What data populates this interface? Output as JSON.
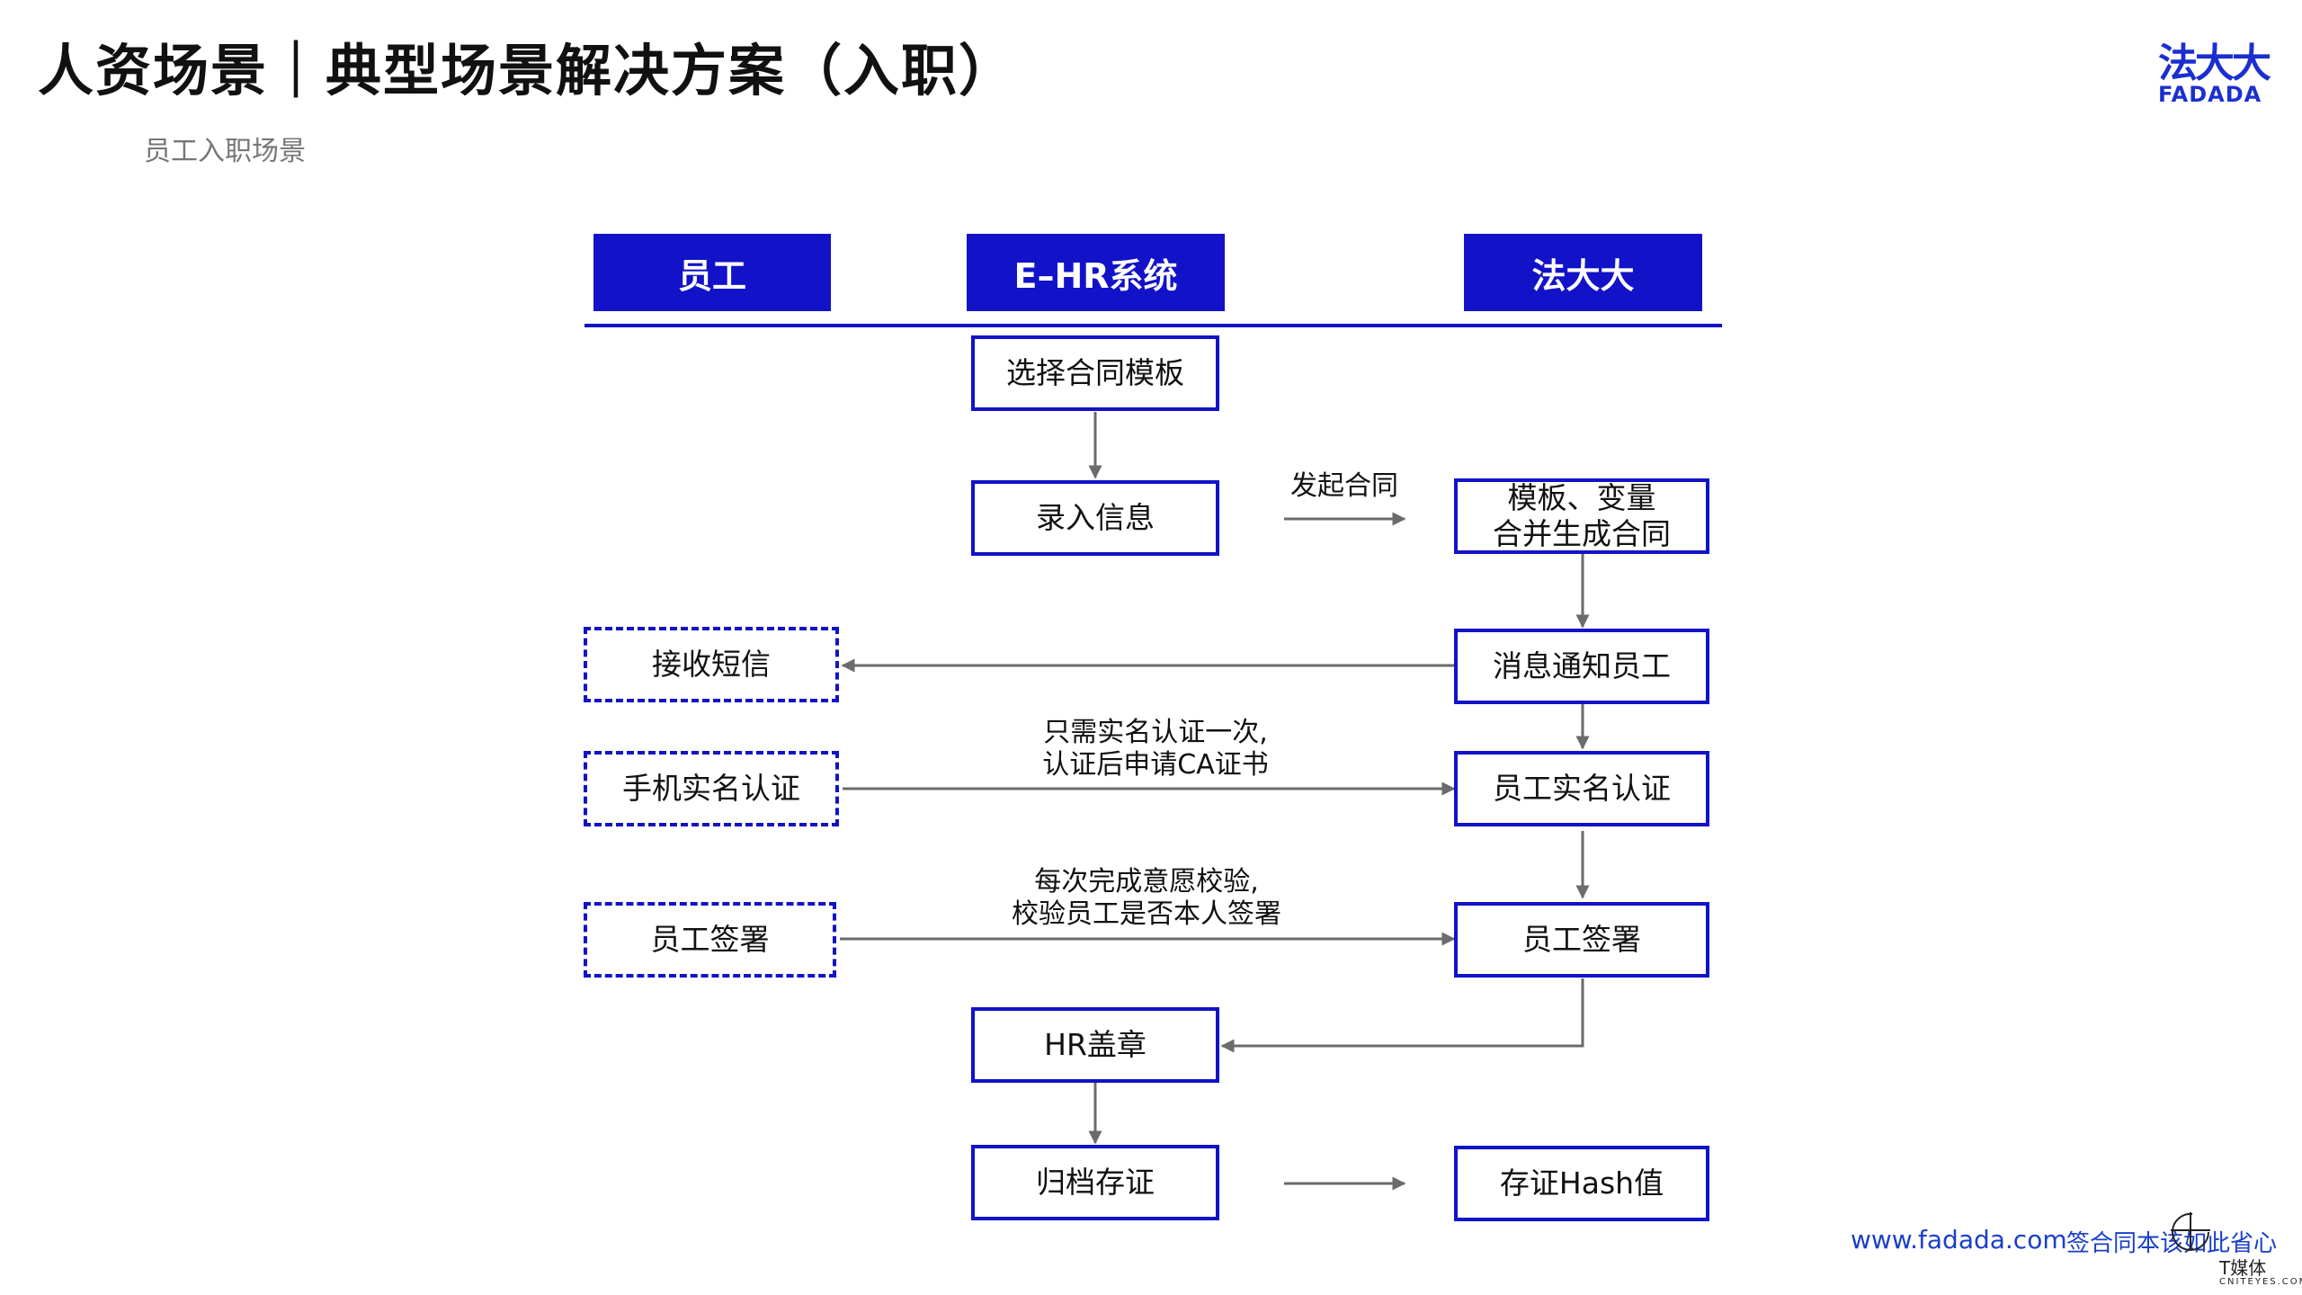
{
  "page": {
    "title": "人资场景｜典型场景解决方案（入职）",
    "subtitle": "员工入职场景"
  },
  "logo": {
    "cn": "法大大",
    "en": "FADADA"
  },
  "lanes": [
    "员工",
    "E–HR系统",
    "法大大"
  ],
  "nodes": {
    "select_template": "选择合同模板",
    "enter_info": "录入信息",
    "merge_line1": "模板、变量",
    "merge_line2": "合并生成合同",
    "notify_employee": "消息通知员工",
    "receive_sms": "接收短信",
    "mobile_verify": "手机实名认证",
    "employee_verify": "员工实名认证",
    "employee_sign_left": "员工签署",
    "employee_sign_right": "员工签署",
    "hr_seal": "HR盖章",
    "archive": "归档存证",
    "hash": "存证Hash值"
  },
  "labels": {
    "initiate": "发起合同",
    "verify_line1": "只需实名认证一次,",
    "verify_line2": "认证后申请CA证书",
    "sign_line1": "每次完成意愿校验,",
    "sign_line2": "校验员工是否本人签署"
  },
  "footer": {
    "url": "www.fadada.com",
    "slogan": "签合同本该如此省心",
    "watermark_cn": "T媒体",
    "watermark_en": "CNITEYES.COM"
  },
  "colors": {
    "brand_blue": "#1212c8",
    "arrow_gray": "#6b6b6b",
    "footer_blue": "#1a3fc8"
  }
}
